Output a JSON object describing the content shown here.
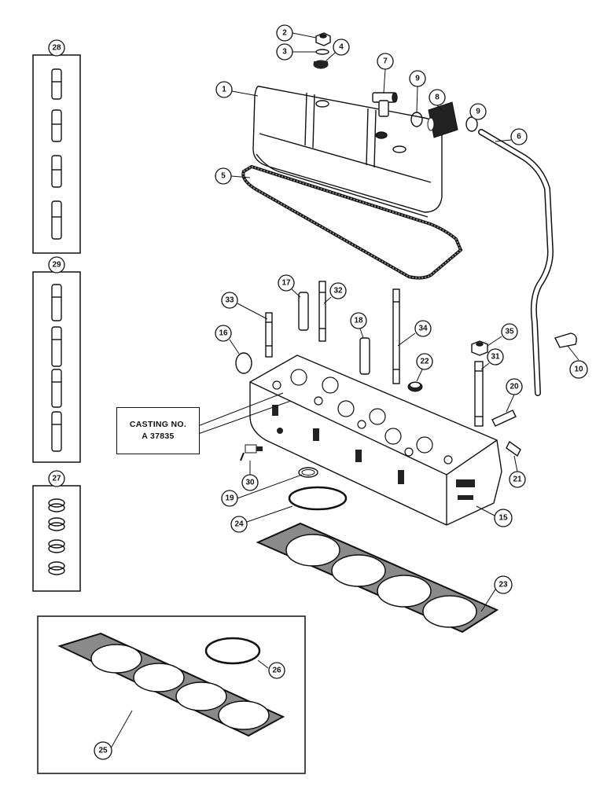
{
  "casting_label": {
    "line1": "CASTING NO.",
    "line2": "A 37835"
  },
  "callouts": [
    "1",
    "2",
    "3",
    "4",
    "5",
    "6",
    "7",
    "8",
    "9",
    "9",
    "10",
    "15",
    "16",
    "17",
    "18",
    "19",
    "20",
    "21",
    "22",
    "23",
    "24",
    "25",
    "26",
    "27",
    "28",
    "29",
    "30",
    "31",
    "32",
    "33",
    "34",
    "35"
  ],
  "colors": {
    "ink": "#111111",
    "paper": "#ffffff",
    "gasket": "#8a8a8a"
  }
}
